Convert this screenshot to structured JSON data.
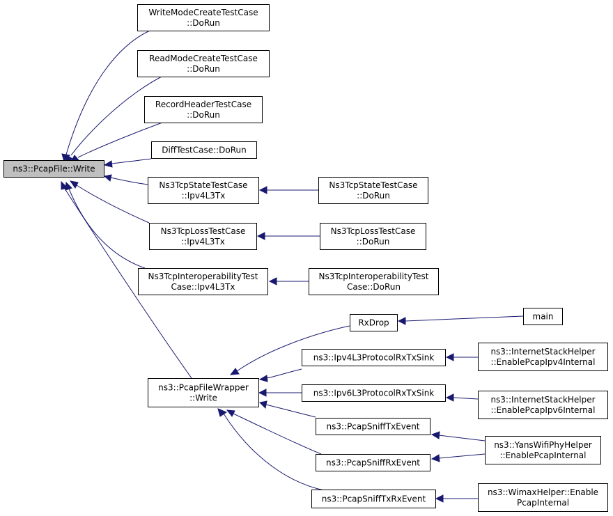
{
  "colors": {
    "edge": "#191970",
    "root_fill": "#bfbfbf",
    "node_fill": "#ffffff",
    "border": "#000000"
  },
  "nodes": {
    "pcapfile_write": {
      "lines": [
        "ns3::PcapFile::Write"
      ]
    },
    "write_mode": {
      "lines": [
        "WriteModeCreateTestCase",
        "::DoRun"
      ]
    },
    "read_mode": {
      "lines": [
        "ReadModeCreateTestCase",
        "::DoRun"
      ]
    },
    "record_header": {
      "lines": [
        "RecordHeaderTestCase",
        "::DoRun"
      ]
    },
    "diff_test": {
      "lines": [
        "DiffTestCase::DoRun"
      ]
    },
    "tcp_state_ipv4": {
      "lines": [
        "Ns3TcpStateTestCase",
        "::Ipv4L3Tx"
      ]
    },
    "tcp_state_dorun": {
      "lines": [
        "Ns3TcpStateTestCase",
        "::DoRun"
      ]
    },
    "tcp_loss_ipv4": {
      "lines": [
        "Ns3TcpLossTestCase",
        "::Ipv4L3Tx"
      ]
    },
    "tcp_loss_dorun": {
      "lines": [
        "Ns3TcpLossTestCase",
        "::DoRun"
      ]
    },
    "tcp_interop_ipv4": {
      "lines": [
        "Ns3TcpInteroperabilityTest",
        "Case::Ipv4L3Tx"
      ]
    },
    "tcp_interop_dorun": {
      "lines": [
        "Ns3TcpInteroperabilityTest",
        "Case::DoRun"
      ]
    },
    "pcapfilewrapper_write": {
      "lines": [
        "ns3::PcapFileWrapper",
        "::Write"
      ]
    },
    "rxdrop": {
      "lines": [
        "RxDrop"
      ]
    },
    "main": {
      "lines": [
        "main"
      ]
    },
    "ipv4_sink": {
      "lines": [
        "ns3::Ipv4L3ProtocolRxTxSink"
      ]
    },
    "ish_ipv4": {
      "lines": [
        "ns3::InternetStackHelper",
        "::EnablePcapIpv4Internal"
      ]
    },
    "ipv6_sink": {
      "lines": [
        "ns3::Ipv6L3ProtocolRxTxSink"
      ]
    },
    "ish_ipv6": {
      "lines": [
        "ns3::InternetStackHelper",
        "::EnablePcapIpv6Internal"
      ]
    },
    "sniff_tx": {
      "lines": [
        "ns3::PcapSniffTxEvent"
      ]
    },
    "sniff_rx": {
      "lines": [
        "ns3::PcapSniffRxEvent"
      ]
    },
    "yans_wifi": {
      "lines": [
        "ns3::YansWifiPhyHelper",
        "::EnablePcapInternal"
      ]
    },
    "sniff_txrx": {
      "lines": [
        "ns3::PcapSniffTxRxEvent"
      ]
    },
    "wimax": {
      "lines": [
        "ns3::WimaxHelper::Enable",
        "PcapInternal"
      ]
    }
  },
  "edges": [
    {
      "from": "write_mode",
      "to": "pcapfile_write"
    },
    {
      "from": "read_mode",
      "to": "pcapfile_write"
    },
    {
      "from": "record_header",
      "to": "pcapfile_write"
    },
    {
      "from": "diff_test",
      "to": "pcapfile_write"
    },
    {
      "from": "tcp_state_ipv4",
      "to": "pcapfile_write"
    },
    {
      "from": "tcp_loss_ipv4",
      "to": "pcapfile_write"
    },
    {
      "from": "tcp_interop_ipv4",
      "to": "pcapfile_write"
    },
    {
      "from": "pcapfilewrapper_write",
      "to": "pcapfile_write"
    },
    {
      "from": "tcp_state_dorun",
      "to": "tcp_state_ipv4"
    },
    {
      "from": "tcp_loss_dorun",
      "to": "tcp_loss_ipv4"
    },
    {
      "from": "tcp_interop_dorun",
      "to": "tcp_interop_ipv4"
    },
    {
      "from": "rxdrop",
      "to": "pcapfilewrapper_write"
    },
    {
      "from": "ipv4_sink",
      "to": "pcapfilewrapper_write"
    },
    {
      "from": "ipv6_sink",
      "to": "pcapfilewrapper_write"
    },
    {
      "from": "sniff_tx",
      "to": "pcapfilewrapper_write"
    },
    {
      "from": "sniff_rx",
      "to": "pcapfilewrapper_write"
    },
    {
      "from": "sniff_txrx",
      "to": "pcapfilewrapper_write"
    },
    {
      "from": "main",
      "to": "rxdrop"
    },
    {
      "from": "ish_ipv4",
      "to": "ipv4_sink"
    },
    {
      "from": "ish_ipv6",
      "to": "ipv6_sink"
    },
    {
      "from": "yans_wifi",
      "to": "sniff_tx"
    },
    {
      "from": "yans_wifi",
      "to": "sniff_rx"
    },
    {
      "from": "wimax",
      "to": "sniff_txrx"
    }
  ]
}
